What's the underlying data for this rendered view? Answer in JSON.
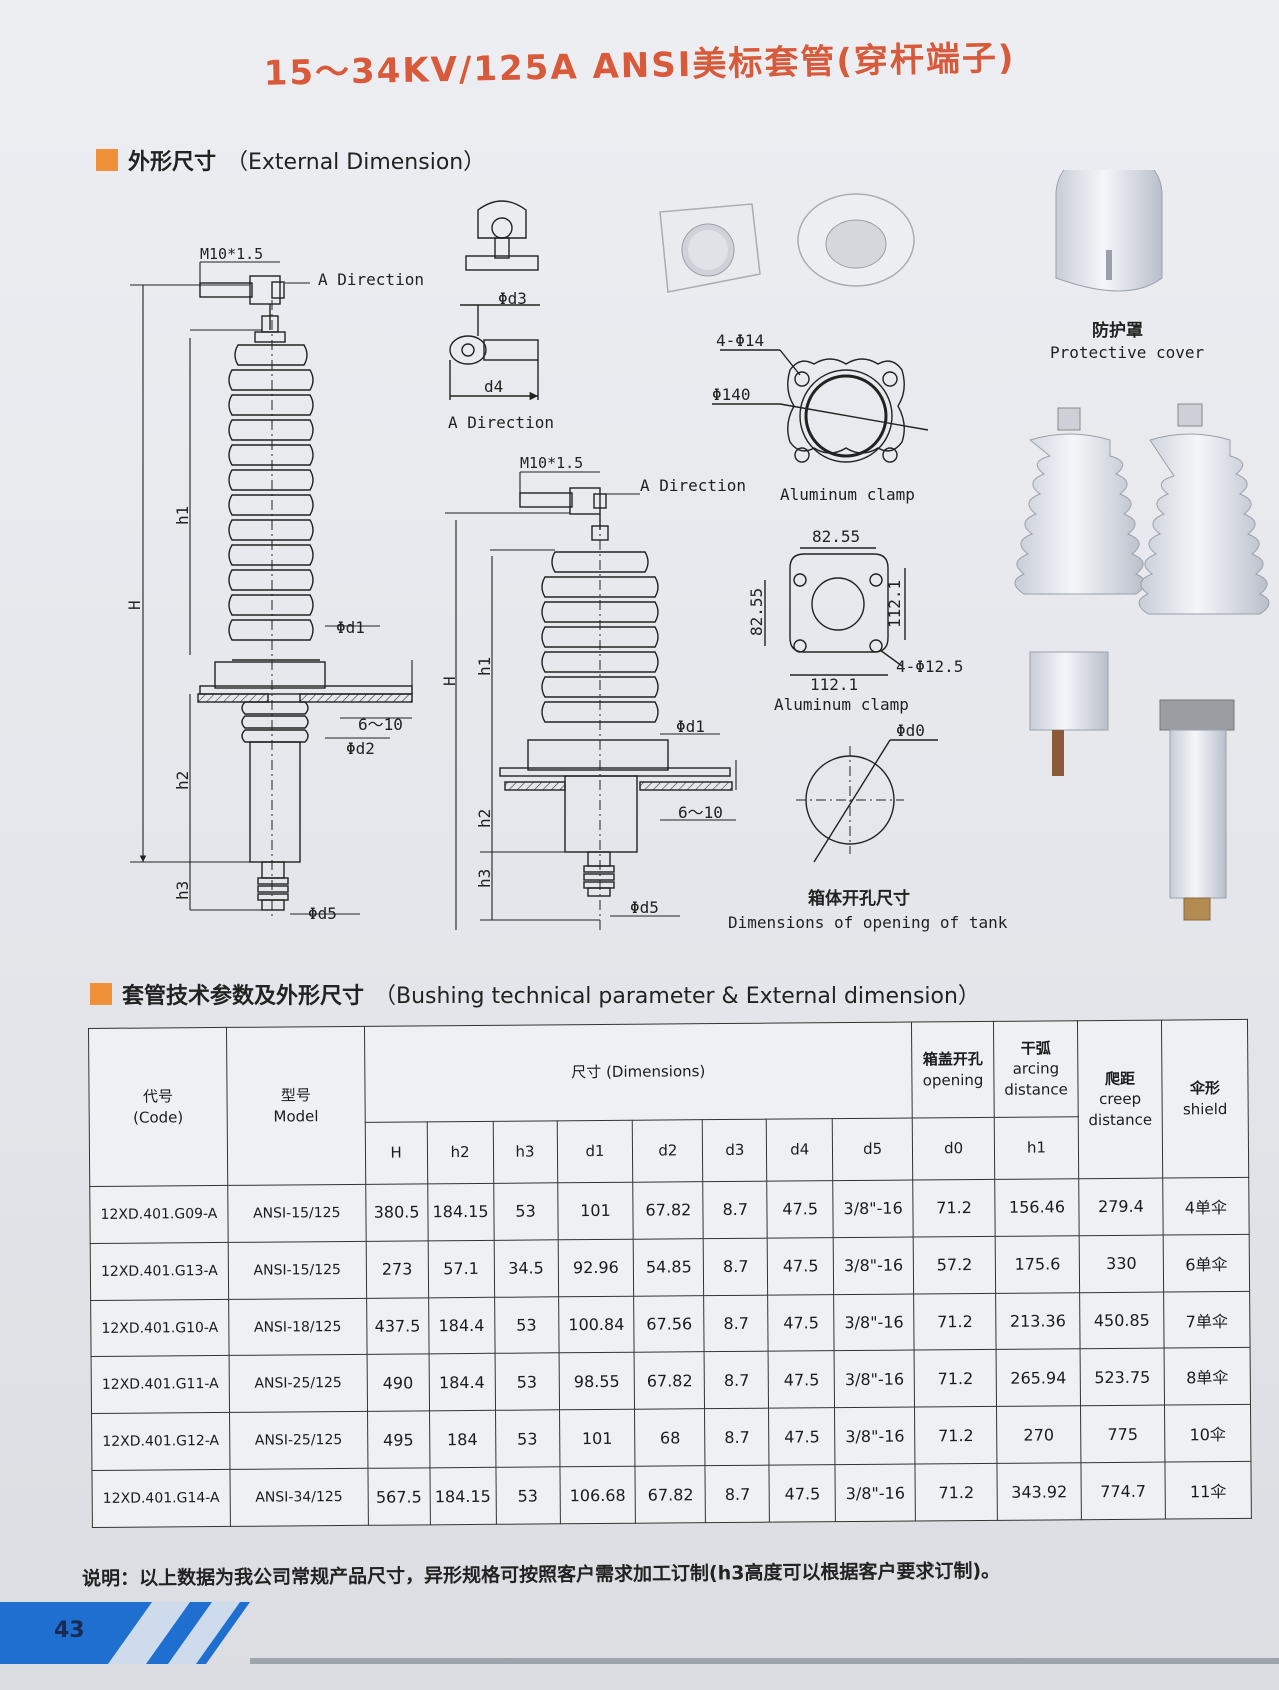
{
  "title": "15～34KV/125A ANSI美标套管(穿杆端子)",
  "section1": {
    "cn": "外形尺寸",
    "en": "（External Dimension）"
  },
  "section2": {
    "cn": "套管技术参数及外形尺寸",
    "en": "（Bushing technical parameter & External dimension）"
  },
  "drawing": {
    "m10": "M10*1.5",
    "a_direction": "A Direction",
    "H": "H",
    "h1": "h1",
    "h2": "h2",
    "h3": "h3",
    "phi_d1": "Φd1",
    "phi_d2": "Φd2",
    "phi_d3": "Φd3",
    "phi_d5": "Φd5",
    "phi_d0": "Φd0",
    "d4": "d4",
    "six_ten": "6～10",
    "four_phi14": "4-Φ14",
    "phi140": "Φ140",
    "aluminum_clamp": "Aluminum clamp",
    "dim_8255": "82.55",
    "dim_1121": "112.1",
    "four_phi125": "4-Φ12.5",
    "tank_cn": "箱体开孔尺寸",
    "tank_en": "Dimensions of opening of tank",
    "cover_cn": "防护罩",
    "cover_en": "Protective cover"
  },
  "table": {
    "code_cn": "代号",
    "code_en": "(Code)",
    "model_cn": "型号",
    "model_en": "Model",
    "dims_label": "尺寸 (Dimensions)",
    "opening_cn": "箱盖开孔",
    "opening_en": "opening",
    "arcing_cn": "干弧",
    "arcing_en": "arcing distance",
    "creep_cn": "爬距",
    "creep_en": "creep distance",
    "shield_cn": "伞形",
    "shield_en": "shield",
    "sub_headers": [
      "H",
      "h2",
      "h3",
      "d1",
      "d2",
      "d3",
      "d4",
      "d5",
      "d0",
      "h1"
    ],
    "rows": [
      [
        "12XD.401.G09-A",
        "ANSI-15/125",
        "380.5",
        "184.15",
        "53",
        "101",
        "67.82",
        "8.7",
        "47.5",
        "3/8\"-16",
        "71.2",
        "156.46",
        "279.4",
        "4单伞"
      ],
      [
        "12XD.401.G13-A",
        "ANSI-15/125",
        "273",
        "57.1",
        "34.5",
        "92.96",
        "54.85",
        "8.7",
        "47.5",
        "3/8\"-16",
        "57.2",
        "175.6",
        "330",
        "6单伞"
      ],
      [
        "12XD.401.G10-A",
        "ANSI-18/125",
        "437.5",
        "184.4",
        "53",
        "100.84",
        "67.56",
        "8.7",
        "47.5",
        "3/8\"-16",
        "71.2",
        "213.36",
        "450.85",
        "7单伞"
      ],
      [
        "12XD.401.G11-A",
        "ANSI-25/125",
        "490",
        "184.4",
        "53",
        "98.55",
        "67.82",
        "8.7",
        "47.5",
        "3/8\"-16",
        "71.2",
        "265.94",
        "523.75",
        "8单伞"
      ],
      [
        "12XD.401.G12-A",
        "ANSI-25/125",
        "495",
        "184",
        "53",
        "101",
        "68",
        "8.7",
        "47.5",
        "3/8\"-16",
        "71.2",
        "270",
        "775",
        "10伞"
      ],
      [
        "12XD.401.G14-A",
        "ANSI-34/125",
        "567.5",
        "184.15",
        "53",
        "106.68",
        "67.82",
        "8.7",
        "47.5",
        "3/8\"-16",
        "71.2",
        "343.92",
        "774.7",
        "11伞"
      ]
    ]
  },
  "note": "说明：以上数据为我公司常规产品尺寸，异形规格可按照客户需求加工订制(h3高度可以根据客户要求订制)。",
  "page_number": "43",
  "colors": {
    "title": "#d85a3a",
    "marker": "#f0913a",
    "footer": "#1f6fd0"
  }
}
